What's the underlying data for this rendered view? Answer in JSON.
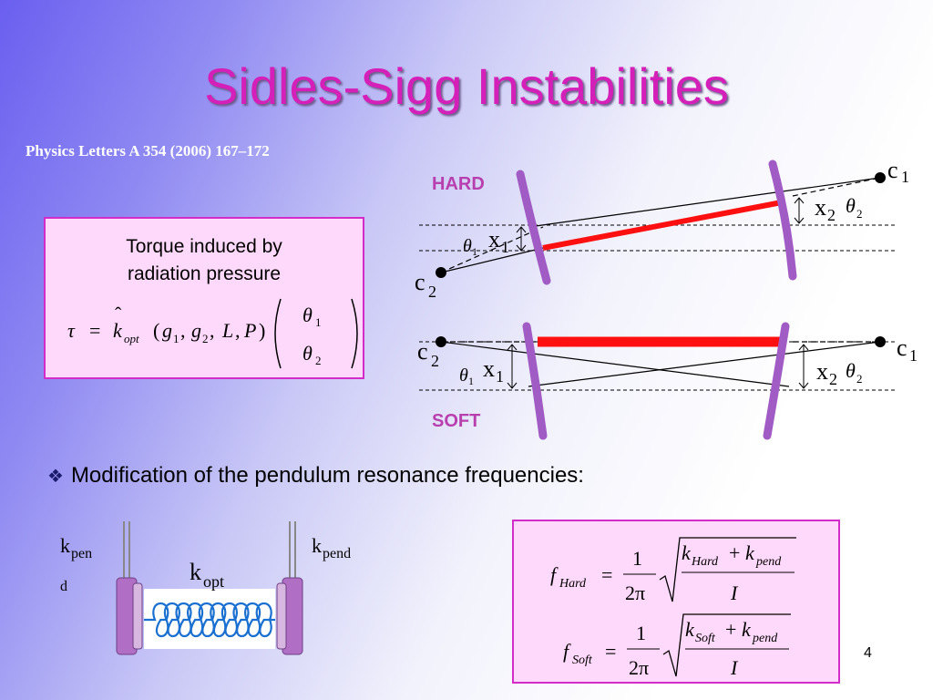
{
  "title": "Sidles-Sigg Instabilities",
  "citation": "Physics Letters A 354 (2006) 167–172",
  "torque_box": {
    "line1": "Torque induced by",
    "line2": "radiation pressure",
    "eq_tau": "τ",
    "eq_equals": "=",
    "eq_k": "k",
    "eq_hat": "ˆ",
    "eq_opt": "opt",
    "eq_args_open": "(",
    "eq_g": "g",
    "eq_sub1": "1",
    "eq_comma": ",",
    "eq_sub2": "2",
    "eq_L": "L",
    "eq_P": "P",
    "eq_args_close": ")",
    "eq_theta": "θ"
  },
  "cavity_diagram": {
    "hard_label": "HARD",
    "soft_label": "SOFT",
    "c_letter": "c",
    "x_letter": "x",
    "theta": "θ",
    "sub1": "1",
    "sub2": "2",
    "colors": {
      "mirror": "#a05cc4",
      "beam": "#ff1010",
      "line": "#000000"
    }
  },
  "bullet": {
    "mark": "❖",
    "text": "Modification of the pendulum resonance frequencies:"
  },
  "pendulum": {
    "k_letter": "k",
    "pend_sub": "pend",
    "pen_sub": "pen",
    "d_char": "d",
    "opt_sub": "opt"
  },
  "freq_box": {
    "f": "f",
    "hard_sub": "Hard",
    "soft_sub": "Soft",
    "equals": "=",
    "one": "1",
    "two_pi": "2π",
    "plus": "+",
    "k": "k",
    "pend_sub": "pend",
    "I": "I"
  },
  "page_number": "4",
  "colors": {
    "title": "#d41fb8",
    "box_fill": "#ffd9fb",
    "box_border": "#d42cc9"
  }
}
